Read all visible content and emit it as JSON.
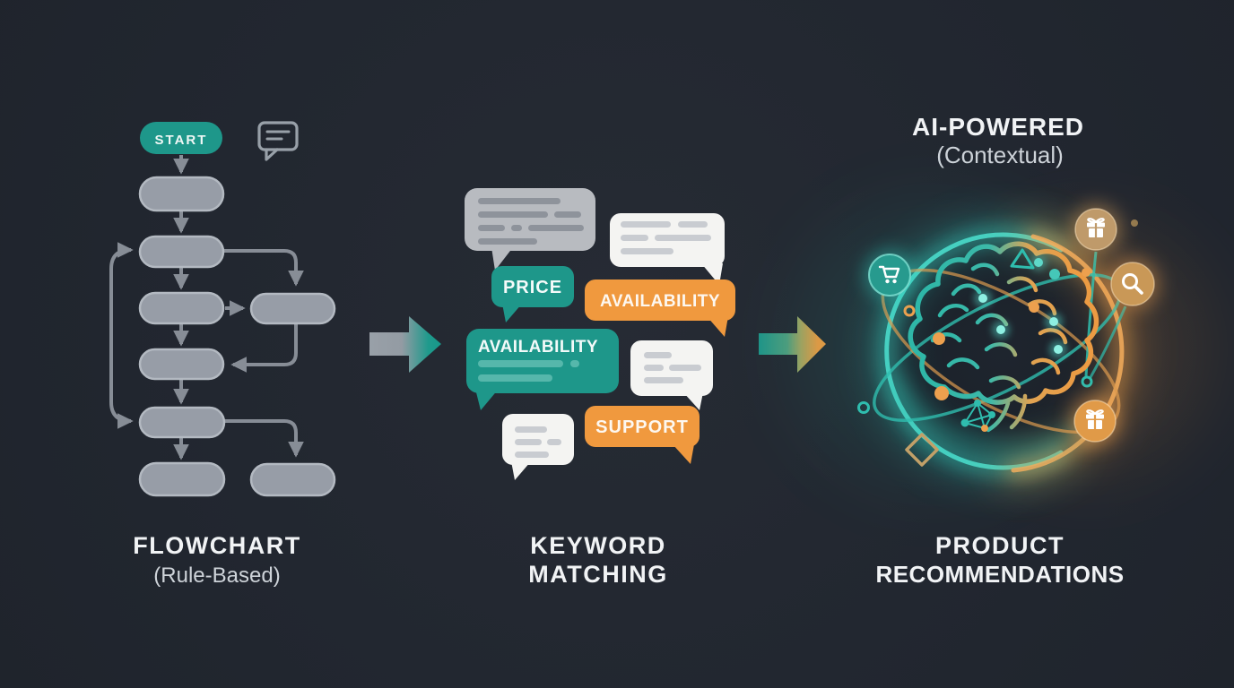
{
  "palette": {
    "background": "#232831",
    "teal": "#1e978a",
    "orange": "#f0993e",
    "node_gray": "#979da7",
    "connector_gray": "#878d96",
    "bubble_gray": "#b8bbc0",
    "bubble_white": "#f4f4f2",
    "heading_white": "#f1f3f5",
    "subheading_gray": "#ced3d9"
  },
  "flowchart": {
    "start_label": "START",
    "title": "FLOWCHART",
    "subtitle": "(Rule-Based)"
  },
  "keyword": {
    "title_line1": "KEYWORD",
    "title_line2": "MATCHING",
    "bubbles": {
      "price": "PRICE",
      "availability_orange": "AVAILABILITY",
      "availability_teal": "AVAILABILITY",
      "support": "SUPPORT"
    }
  },
  "ai": {
    "heading": "AI-POWERED",
    "subheading": "(Contextual)",
    "title_line1": "PRODUCT",
    "title_line2": "RECOMMENDATIONS",
    "orbit_icons": [
      "shopping-cart",
      "gift",
      "search",
      "gift"
    ]
  }
}
